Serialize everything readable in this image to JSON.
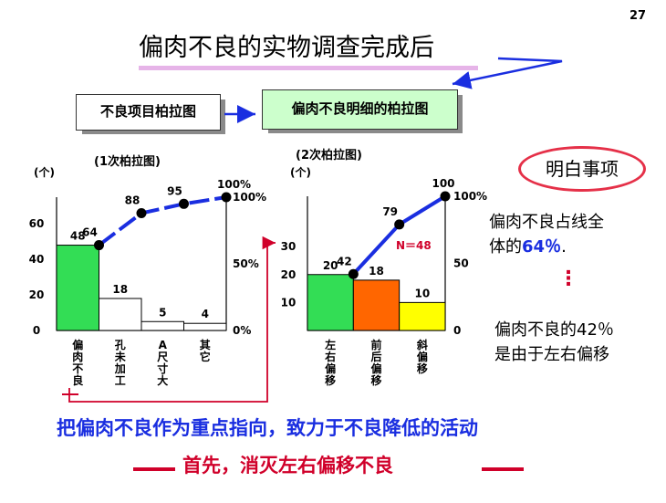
{
  "page_number": "27",
  "title": "偏肉不良的实物调查完成后",
  "flow": {
    "box1": "不良项目柏拉图",
    "box2": "偏肉不良明细的柏拉图"
  },
  "captions": {
    "first": "(1次柏拉图)",
    "second": "(2次柏拉图)"
  },
  "summary": {
    "oval": "明白事项",
    "line1": "偏肉不良占线全",
    "line2_prefix": "体的",
    "line2_hl": "64％",
    "line2_suffix": ".",
    "dots": "⋮",
    "line3": "偏肉不良的42％",
    "line4": "是由于左右偏移"
  },
  "bottom": {
    "line1": "把偏肉不良作为重点指向，致力于不良降低的活动",
    "line2": "首先，消灭左右偏移不良"
  },
  "colors": {
    "green": "#33dd55",
    "orange": "#ff6600",
    "yellow": "#ffff00",
    "line": "#1a2ee0",
    "red": "#d0002a"
  },
  "chart_data": [
    {
      "type": "bar",
      "unit_label": "(个)",
      "categories": [
        "偏肉不良",
        "孔未加工",
        "A尺寸大",
        "其它"
      ],
      "values": [
        48,
        18,
        5,
        4
      ],
      "bar_colors": [
        "#33dd55",
        "#ffffff",
        "#ffffff",
        "#ffffff"
      ],
      "ylim": [
        0,
        75
      ],
      "yticks": [
        "0",
        "20",
        "40",
        "60"
      ],
      "cumulative": [
        64,
        88,
        95,
        100
      ],
      "cumulative_labels": [
        "64",
        "88",
        "95",
        "100%"
      ],
      "right_ticks": [
        "0%",
        "50%",
        "100%"
      ]
    },
    {
      "type": "bar",
      "unit_label": "(个)",
      "categories": [
        "左右偏移",
        "前后偏移",
        "斜偏移"
      ],
      "values": [
        20,
        18,
        10
      ],
      "bar_colors": [
        "#33dd55",
        "#ff6600",
        "#ffff00"
      ],
      "ylim": [
        0,
        48
      ],
      "yticks": [
        "10",
        "20",
        "30"
      ],
      "cumulative": [
        42,
        79,
        100
      ],
      "cumulative_labels": [
        "42",
        "79",
        "100"
      ],
      "right_ticks": [
        "0",
        "50",
        "100%"
      ],
      "annotation": "N＝48"
    }
  ]
}
